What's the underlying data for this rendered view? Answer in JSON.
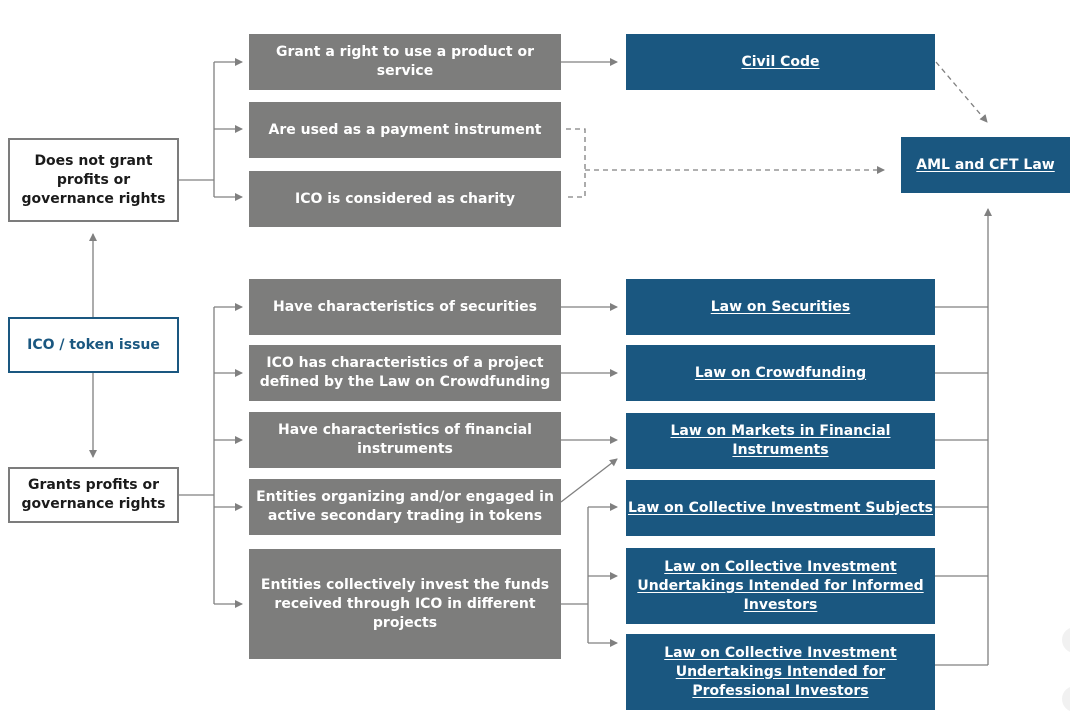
{
  "diagram": {
    "colors": {
      "grey_box": "#7d7d7c",
      "law_box": "#1a5780",
      "outline_grey": "#7c7c7c",
      "line": "#808080"
    },
    "source_nodes": {
      "ico": "ICO / token issue",
      "no_rights": "Does not grant profits or governance rights",
      "grants_rights": "Grants profits or governance rights"
    },
    "conditions": {
      "product_right": "Grant a right to use a product or service",
      "payment": "Are used as a payment instrument",
      "charity": "ICO is considered as charity",
      "securities": "Have characteristics of securities",
      "crowdfunding": "ICO has characteristics of a project defined by the Law on Crowdfunding",
      "financial_instruments": "Have characteristics of financial instruments",
      "secondary_trading": "Entities organizing and/or engaged in active secondary trading in tokens",
      "collective_invest": "Entities collectively invest the funds received through ICO in different projects"
    },
    "laws": {
      "civil_code": "Civil Code",
      "aml": "AML and CFT Law",
      "securities": "Law on Securities",
      "crowdfunding": "Law on Crowdfunding",
      "markets": "Law on Markets in Financial Instruments",
      "cis": "Law on Collective Investment Subjects",
      "cis_informed": "Law on Collective Investment Undertakings Intended for Informed Investors",
      "cis_professional": "Law on Collective Investment Undertakings Intended for Professional Investors"
    }
  }
}
